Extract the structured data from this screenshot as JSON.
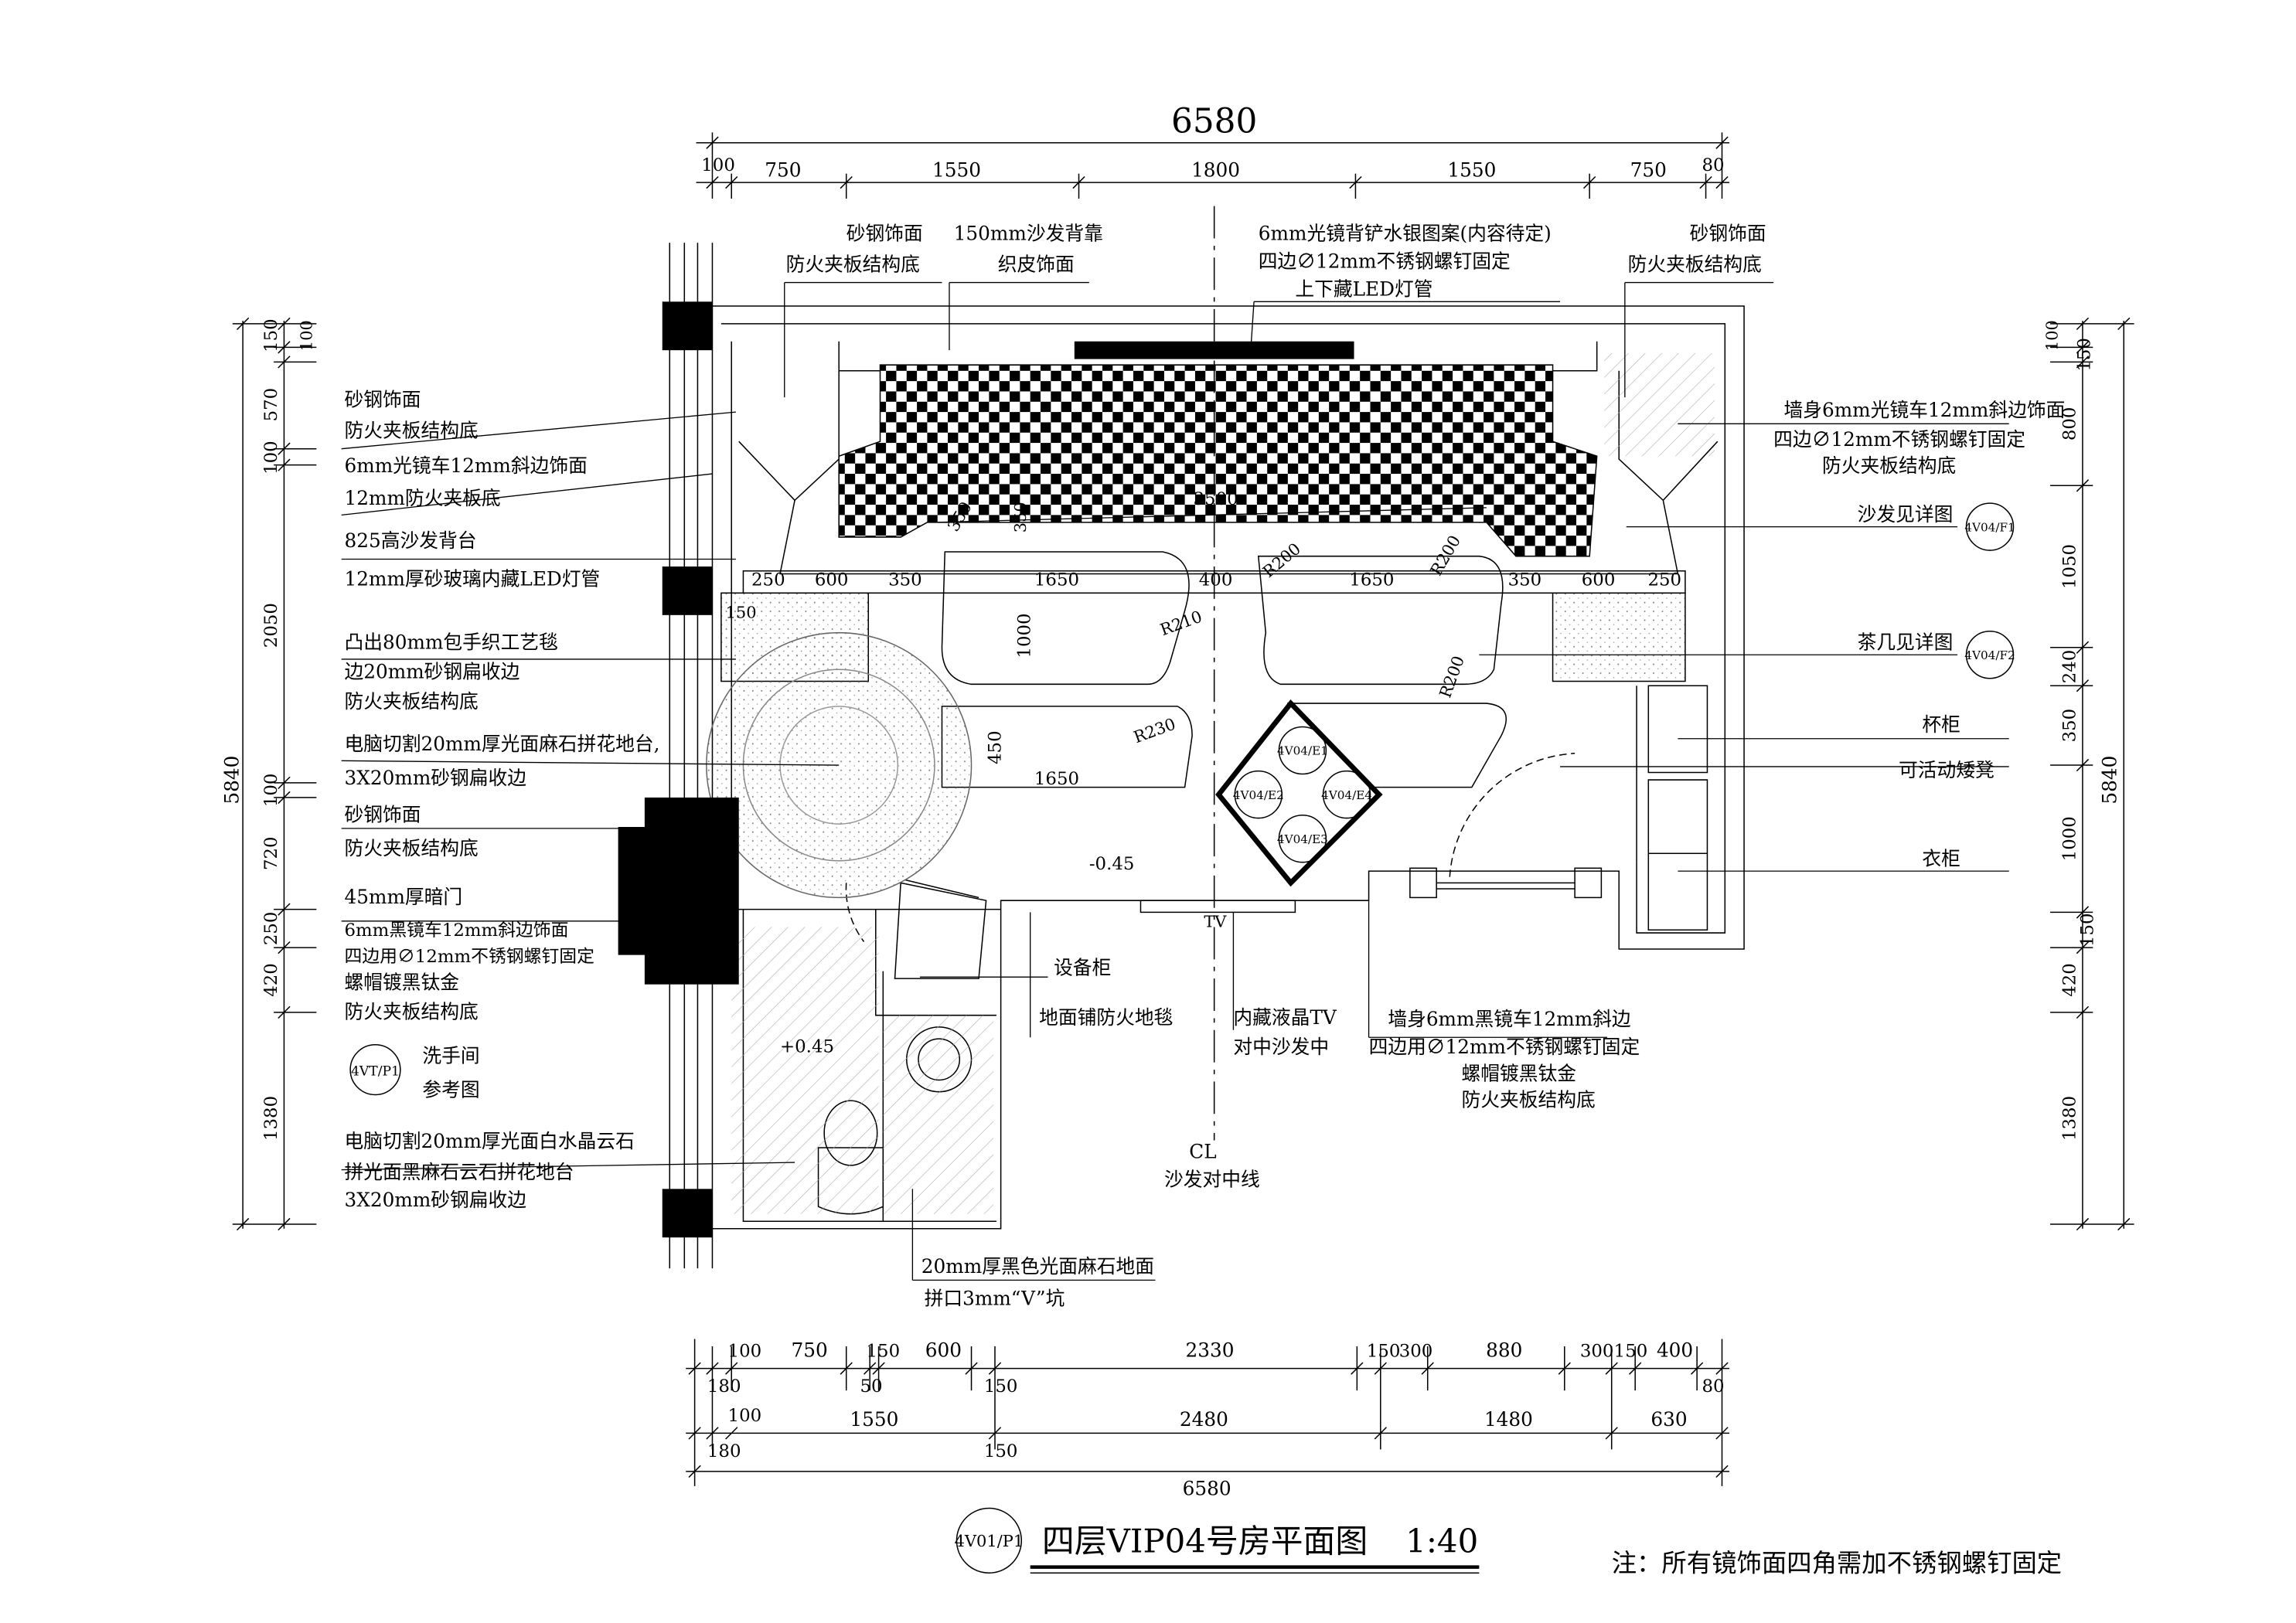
{
  "title": {
    "tag": "4V01/P1",
    "text": "四层VIP04号房平面图",
    "scale": "1:40"
  },
  "note": "注：所有镜饰面四角需加不锈钢螺钉固定",
  "top_dims": {
    "overall": "6580",
    "segments": [
      "100",
      "750",
      "1550",
      "1800",
      "1550",
      "750",
      "80"
    ]
  },
  "bottom_dims": {
    "row1": [
      "100",
      "750",
      "150",
      "600",
      "2330",
      "150",
      "300",
      "880",
      "300",
      "150",
      "400"
    ],
    "row1b": [
      "180",
      "50",
      "150",
      "80"
    ],
    "row2": [
      "100",
      "1550",
      "2480",
      "1480",
      "630"
    ],
    "row2b": [
      "180",
      "150"
    ],
    "overall": "6580"
  },
  "left_dims": {
    "overall": "5840",
    "segments": [
      "150",
      "100",
      "570",
      "100",
      "2050",
      "100",
      "720",
      "250",
      "420",
      "1380"
    ]
  },
  "right_dims": {
    "overall": "5840",
    "segments": [
      "100",
      "150",
      "800",
      "1050",
      "240",
      "350",
      "1000",
      "150",
      "420",
      "1380"
    ]
  },
  "top_labels": {
    "l1a": "砂钢饰面",
    "l1b": "防火夹板结构底",
    "l2a": "150mm沙发背靠",
    "l2b": "织皮饰面",
    "l3a": "6mm光镜背铲水银图案(内容待定)",
    "l3b": "四边∅12mm不锈钢螺钉固定",
    "l3c": "上下藏LED灯管",
    "r1a": "砂钢饰面",
    "r1b": "防火夹板结构底"
  },
  "left_labels": [
    [
      "砂钢饰面",
      "防火夹板结构底"
    ],
    [
      "6mm光镜车12mm斜边饰面",
      "12mm防火夹板底"
    ],
    [
      "825高沙发背台",
      "12mm厚砂玻璃内藏LED灯管"
    ],
    [
      "凸出80mm包手织工艺毯",
      "边20mm砂钢扁收边",
      "防火夹板结构底"
    ],
    [
      "电脑切割20mm厚光面麻石拼花地台,",
      "3X20mm砂钢扁收边"
    ],
    [
      "砂钢饰面",
      "防火夹板结构底"
    ],
    [
      "45mm厚暗门",
      "6mm黑镜车12mm斜边饰面",
      "四边用∅12mm不锈钢螺钉固定",
      "螺帽镀黑钛金",
      "防火夹板结构底"
    ],
    [
      "洗手间",
      "参考图"
    ],
    [
      "电脑切割20mm厚光面白水晶云石",
      "拼光面黑麻石云石拼花地台",
      "3X20mm砂钢扁收边"
    ]
  ],
  "washroom_tag": "4VT/P1",
  "right_labels": {
    "wall1": "墙身6mm光镜车12mm斜边饰面",
    "wall2": "四边∅12mm不锈钢螺钉固定",
    "wall3": "防火夹板结构底",
    "sofa": "沙发见详图",
    "sofa_tag": "4V04/F1",
    "table": "茶几见详图",
    "table_tag": "4V04/F2",
    "cup": "杯柜",
    "stool": "可活动矮凳",
    "wardrobe": "衣柜"
  },
  "bottom_labels": {
    "equip": "设备柜",
    "carpet": "地面铺防火地毯",
    "tv1": "内藏液晶TV",
    "tv2": "对中沙发中",
    "mirror1": "墙身6mm黑镜车12mm斜边",
    "mirror2": "四边用∅12mm不锈钢螺钉固定",
    "mirror3": "螺帽镀黑钛金",
    "mirror4": "防火夹板结构底",
    "cl1": "CL",
    "cl2": "沙发对中线",
    "floor1": "20mm厚黑色光面麻石地面",
    "floor2": "拼口3mm“V”坑"
  },
  "plan_labels": {
    "d3500": "3500",
    "d350a": "350",
    "d350b": "350",
    "d250a": "250",
    "d600a": "600",
    "d350c": "350",
    "d1650a": "1650",
    "d400": "400",
    "d1650b": "1650",
    "d350d": "350",
    "d600b": "600",
    "d250b": "250",
    "d150": "150",
    "d1000": "1000",
    "d450": "450",
    "d1650c": "1650",
    "r200a": "R200",
    "r200b": "R200",
    "r200c": "R200",
    "r210": "R210",
    "r230": "R230",
    "lvl1": "-0.45",
    "lvl2": "+0.45",
    "tv": "TV",
    "e1": "4V04/E1",
    "e2": "4V04/E2",
    "e3": "4V04/E3",
    "e4": "4V04/E4"
  }
}
